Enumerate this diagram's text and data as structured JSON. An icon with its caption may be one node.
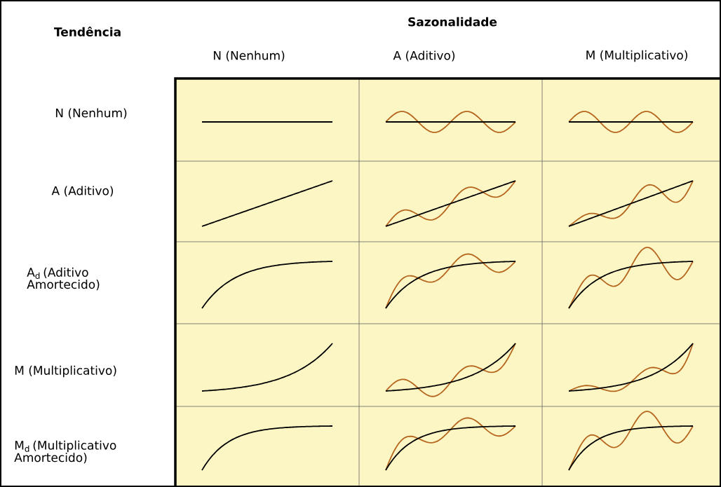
{
  "diagram": {
    "labels": [
      "Tendência",
      "Sazonalidade",
      "N (Nenhum)",
      "A (Aditivo)",
      "M (Multiplicativo)",
      "N (Nenhum)",
      "A (Aditivo)",
      "A$_{d}$ (Aditivo Amortecido)",
      "M (Multiplicativo)",
      "M$_{d}$ (Multiplicativo Amortecido)"
    ]
  }
}
